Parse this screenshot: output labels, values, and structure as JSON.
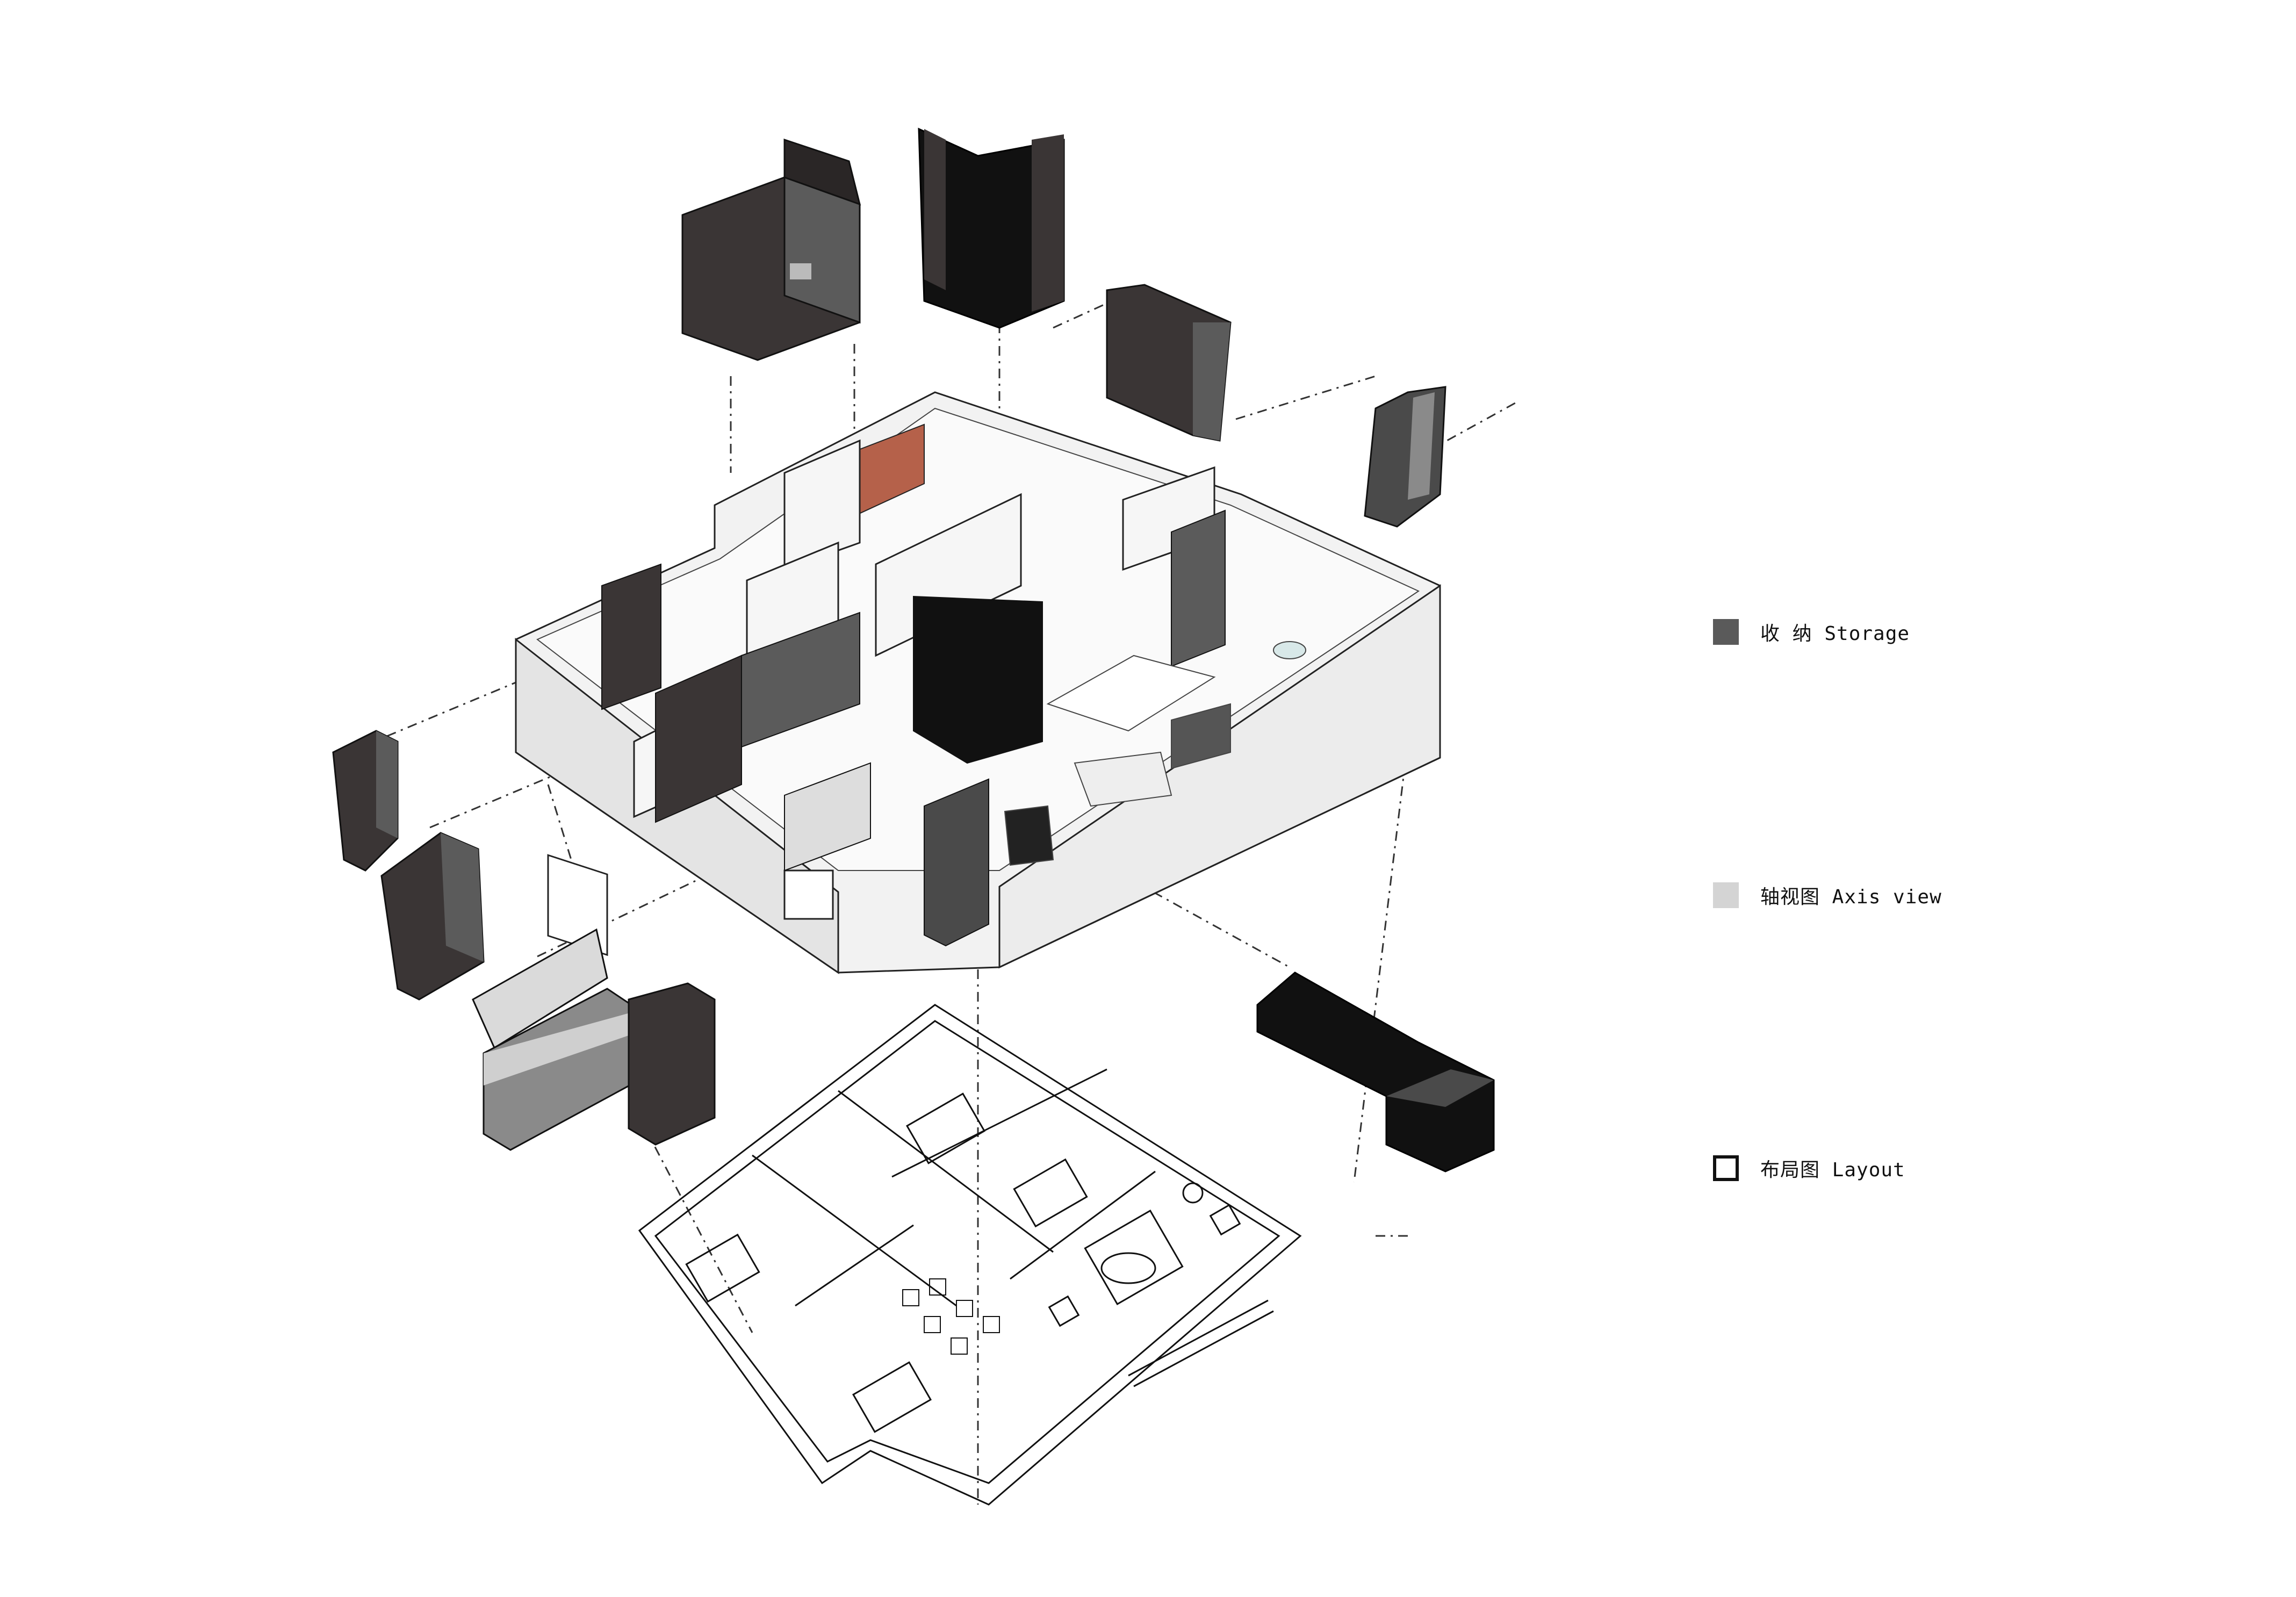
{
  "legend": [
    {
      "key": "storage",
      "label": "收 纳 Storage",
      "color": "#5a5a5a",
      "style": "filled"
    },
    {
      "key": "axis",
      "label": "轴视图 Axis view",
      "color": "#d4d4d4",
      "style": "filled"
    },
    {
      "key": "layout",
      "label": "布局图 Layout",
      "color": "#111111",
      "style": "outline"
    }
  ],
  "colors": {
    "storage_dark": "#3a3535",
    "storage_mid": "#5b5b5b",
    "storage_black": "#111111",
    "wall": "#f2f2f2",
    "wall_shade": "#bdbdbd",
    "accent_wall": "#b5614a",
    "plan_line": "#111111"
  }
}
